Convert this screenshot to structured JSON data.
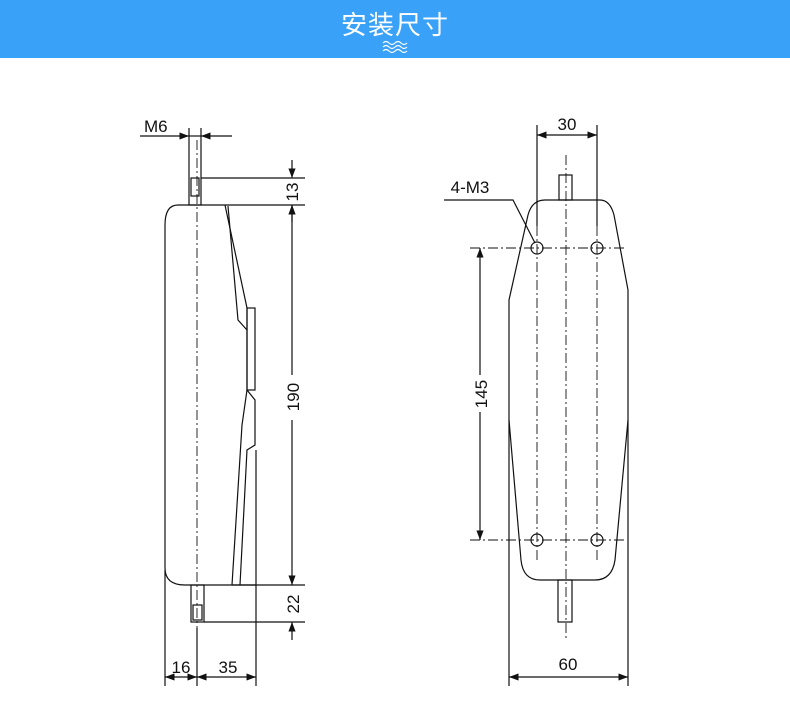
{
  "header": {
    "title": "安装尺寸",
    "accent_color": "#3aa1f9",
    "decoration_icon": "wave-icon"
  },
  "side_view": {
    "thread_label": "M6",
    "top_stud_length": "13",
    "body_height": "190",
    "bottom_stud_length": "22",
    "offset_width": "16",
    "depth": "35"
  },
  "front_view": {
    "hole_spacing_width": "30",
    "hole_label": "4-M3",
    "hole_spacing_height": "145",
    "body_width": "60"
  }
}
